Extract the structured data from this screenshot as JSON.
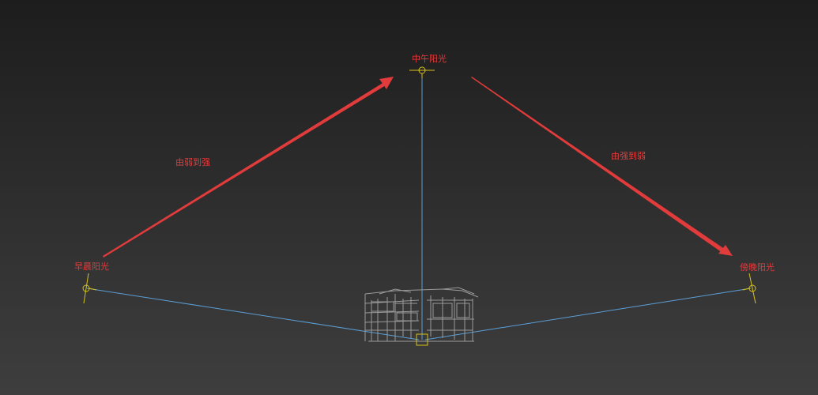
{
  "labels": {
    "noon": "中午阳光",
    "morning": "早晨阳光",
    "evening": "傍晚阳光",
    "weak_to_strong": "由弱到强",
    "strong_to_weak": "由强到弱"
  },
  "colors": {
    "annotation_red": "#e23b3b",
    "sun_yellow": "#d8c21a",
    "ray_blue": "#5b9fd6",
    "building_gray": "#9a9a9a",
    "background_top": "#1d1d1d",
    "background_bottom": "#3e3e3e"
  }
}
